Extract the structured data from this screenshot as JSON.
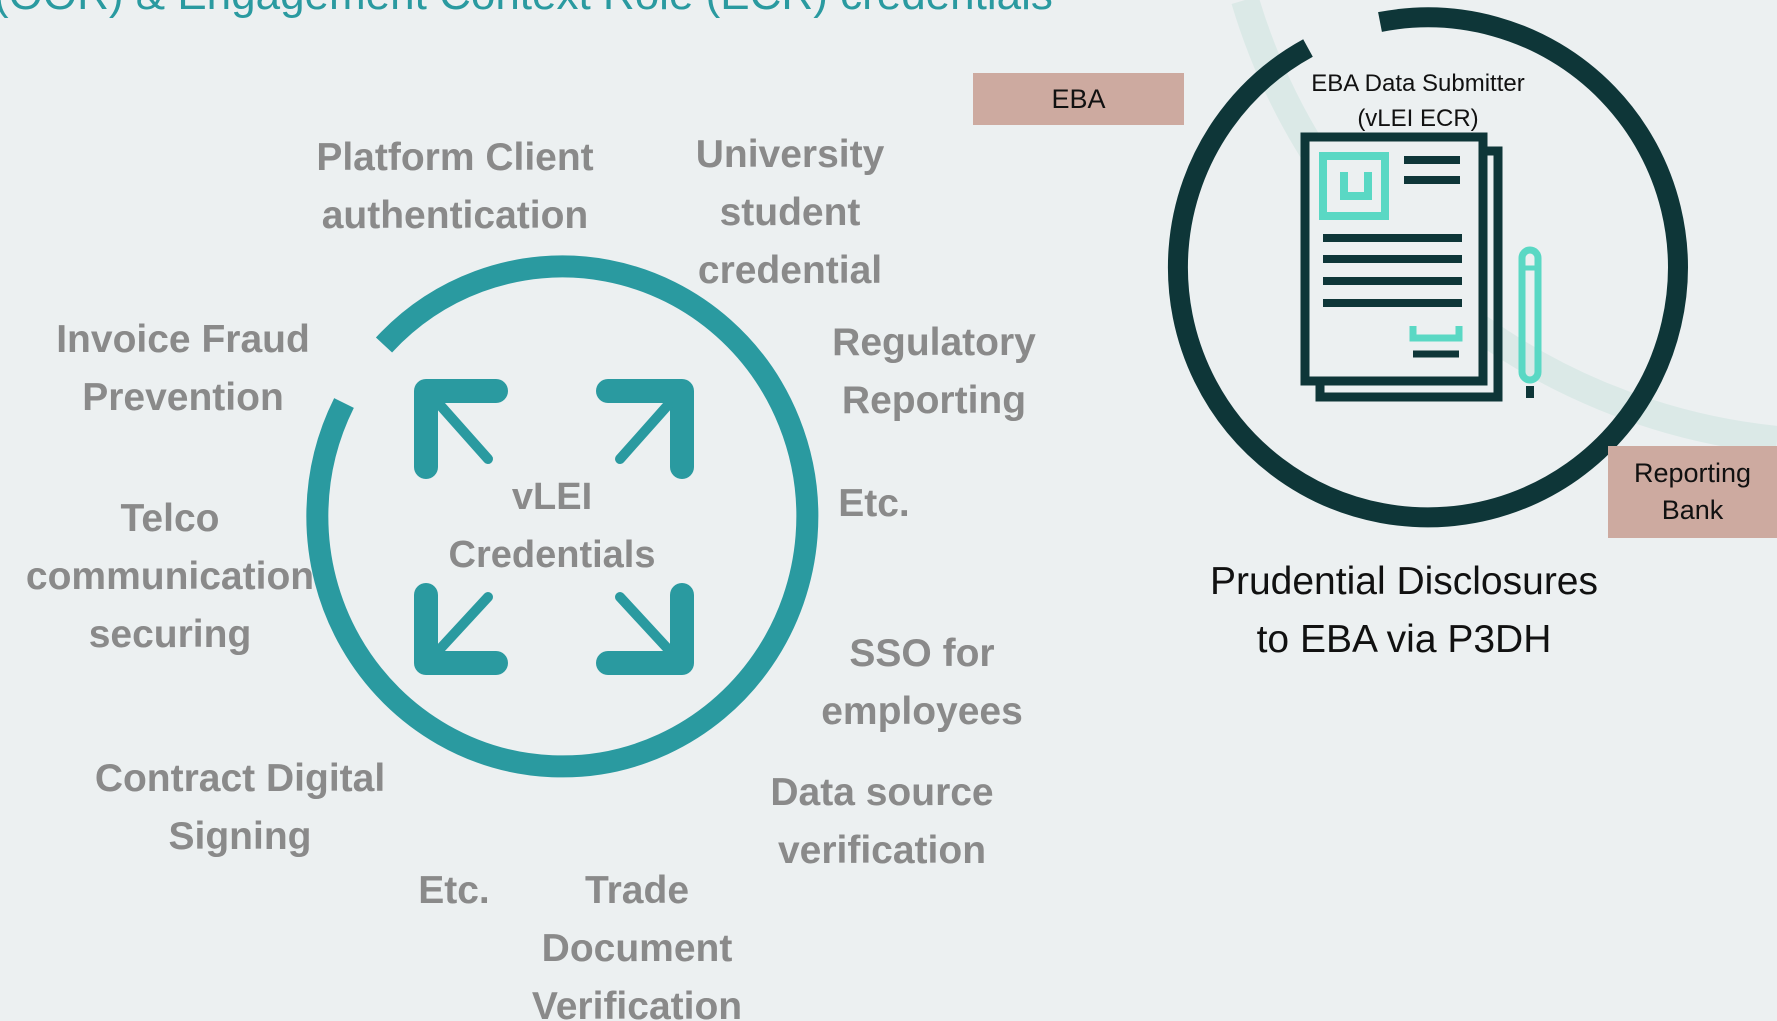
{
  "slide": {
    "header_title": "(OOR) & Engagement Context Role (ECR) credentials"
  },
  "left_diagram": {
    "center_label_line1": "vLEI",
    "center_label_line2": "Credentials",
    "use_cases": [
      {
        "lines": [
          "Platform Client",
          "authentication"
        ]
      },
      {
        "lines": [
          "University",
          "student",
          "credential"
        ]
      },
      {
        "lines": [
          "Regulatory",
          "Reporting"
        ]
      },
      {
        "lines": [
          "Etc."
        ]
      },
      {
        "lines": [
          "SSO for",
          "employees"
        ]
      },
      {
        "lines": [
          "Data source",
          "verification"
        ]
      },
      {
        "lines": [
          "Trade",
          "Document",
          "Verification"
        ]
      },
      {
        "lines": [
          "Etc."
        ]
      },
      {
        "lines": [
          "Contract Digital",
          "Signing"
        ]
      },
      {
        "lines": [
          "Telco",
          "communication",
          "securing"
        ]
      },
      {
        "lines": [
          "Invoice Fraud",
          "Prevention"
        ]
      }
    ],
    "colors": {
      "ring": "#2a9aa0",
      "text": "#8a8a8a"
    }
  },
  "right_diagram": {
    "tag_eba": "EBA",
    "tag_bank_line1": "Reporting",
    "tag_bank_line2": "Bank",
    "submitter_line1": "EBA Data Submitter",
    "submitter_line2": "(vLEI ECR)",
    "disclosure_line1": "Prudential Disclosures",
    "disclosure_line2": "to EBA via P3DH",
    "colors": {
      "ring": "#0e3638",
      "accent": "#5ad8c4",
      "tag": "#cdaaa0",
      "bg_arc": "#dbe9e7"
    }
  }
}
